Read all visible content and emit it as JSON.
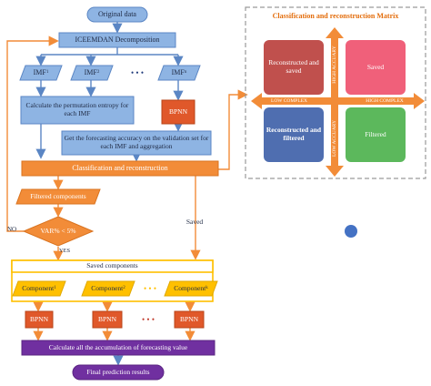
{
  "flow": {
    "original_data": "Original data",
    "iceemdan": "ICEEMDAN Decomposition",
    "imf_1": "IMF",
    "imf_1_sub": "1",
    "imf_2": "IMF",
    "imf_2_sub": "2",
    "imf_dots": "• • •",
    "imf_n": "IMF",
    "imf_n_sub": "n",
    "permutation": "Calculate the permutation entropy for each IMF",
    "bpnn_top": "BPNN",
    "forecast_accuracy": "Get the forecasting accuracy on the validation set for each IMF and aggregation",
    "classification": "Classification and reconstruction",
    "filtered_components": "Filtered components",
    "var_condition": "VAR% < 5%",
    "no_label": "NO",
    "yes_label": "YES",
    "saved_label": "Saved",
    "saved_components": "Saved components",
    "component_1": "Component",
    "component_1_sub": "1",
    "component_2": "Component",
    "component_2_sub": "2",
    "component_dots": "• • •",
    "component_k": "Component",
    "component_k_sub": "k",
    "bpnn_1": "BPNN",
    "bpnn_2": "BPNN",
    "bpnn_dots": "• • •",
    "bpnn_k": "BPNN",
    "accumulation": "Calculate all the accumulation of forecasting value",
    "final": "Final prediction results"
  },
  "matrix": {
    "title": "Classification and reconstruction Matrix",
    "top_left": "Reconstructed and saved",
    "top_right": "Saved",
    "bottom_left": "Reconstructed and filtered",
    "bottom_right": "Filtered",
    "low_complex": "LOW COMPLEX",
    "high_complex": "HIGH COMPLEX",
    "high_accuracy": "HIGH ACCUARY",
    "low_accuracy": "LOW ACCUARY"
  },
  "colors": {
    "light_blue": "#8eb4e3",
    "orange": "#f28c38",
    "yellow": "#ffc000",
    "purple": "#7030a0",
    "red_box": "#c0504d",
    "pink_box": "#f0607a",
    "blue_box": "#4f6eb0",
    "green_box": "#5cb85c",
    "arrow_blue": "#5b86c4"
  }
}
